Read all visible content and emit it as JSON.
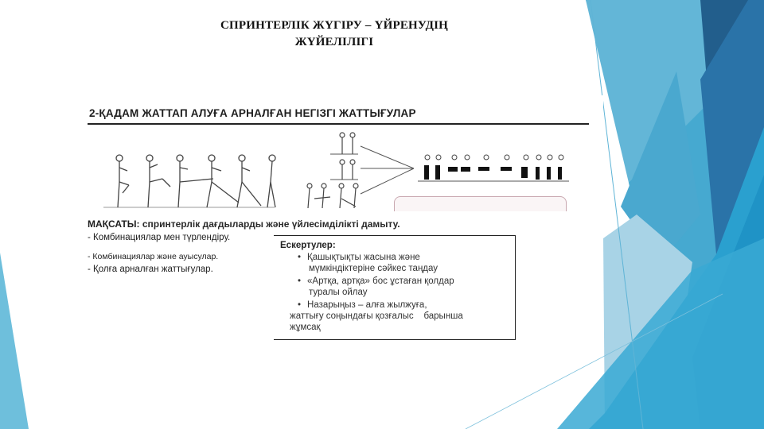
{
  "slide": {
    "title_line1": "СПРИНТЕРЛІК ЖҮГІРУ – ҮЙРЕНУДІҢ",
    "title_line2": "ЖҮЙЕЛІЛІГІ",
    "colors": {
      "dark_blue": "#23618f",
      "mid_blue": "#2a9bc9",
      "light_blue": "#5fb4d6",
      "pale_blue": "#a9d3e6"
    }
  },
  "figure": {
    "heading": "2-ҚАДАМ ЖАТТАП АЛУҒА АРНАЛҒАН НЕГІЗГІ ЖАТТЫҒУЛАР",
    "goal_label": "МАҚСАТЫ:",
    "goal_text": "спринтерлік дағдыларды және үйлесімділікті дамыту.",
    "items": [
      "- Комбинациялар мен түрлендіру.",
      "- Комбинациялар және ауысулар.",
      "- Қолға арналған жаттығулар."
    ],
    "notes": {
      "title": "Ескертулер:",
      "bullet1_line1": "Қашықтықты жасына және",
      "bullet1_line2": "мүмкіндіктеріне сәйкес таңдау",
      "bullet2_line1": "«Артқа, артқа» бос ұстаған қолдар",
      "bullet2_line2": "туралы ойлау",
      "bullet3_line1": "Назарыңыз – алға жылжуға,",
      "bullet3_line2": "жаттығу соңындағы қозғалыс    барынша",
      "bullet3_line3": "жұмсақ",
      "bullet_char": "•"
    }
  }
}
